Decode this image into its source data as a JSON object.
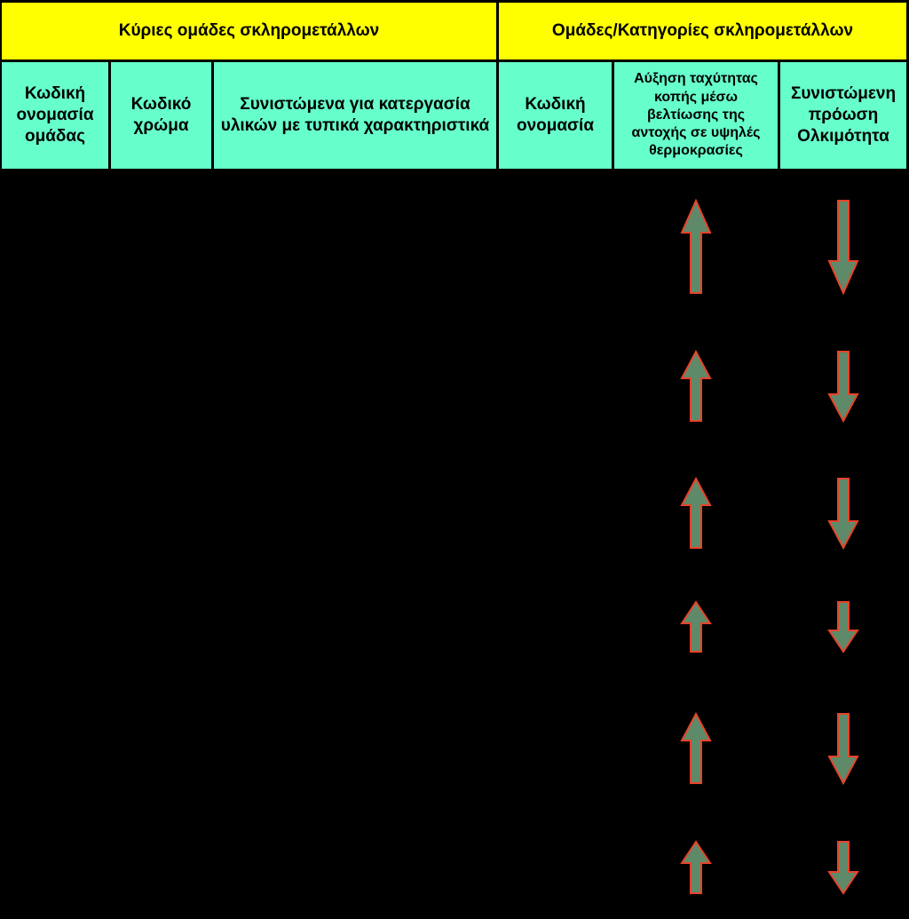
{
  "table": {
    "group_headers": {
      "main_groups": "Κύριες ομάδες σκληρομετάλλων",
      "categories": "Ομάδες/Κατηγορίες σκληρομετάλλων"
    },
    "columns": {
      "group_code_name": "Κωδική ονομασία ομάδας",
      "color_code": "Κωδικό χρώμα",
      "recommended_for": "Συνιστώμενα για κατεργασία υλικών με τυπικά χαρακτηριστικά",
      "category_code_name": "Κωδική ονομασία",
      "speed_increase": "Αύξηση ταχύτητας κοπής μέσω βελτίωσης της αντοχής σε υψηλές θερμοκρασίες",
      "recommended_feed": "Συνιστώμενη πρόωση Ολκιμότητα"
    },
    "arrow_colors": {
      "fill": "#5f8a6a",
      "stroke": "#e8432a"
    },
    "rows": [
      {
        "speed_arrow": "up-arrow",
        "feed_arrow": "down-arrow"
      },
      {
        "speed_arrow": "up-arrow",
        "feed_arrow": "down-arrow"
      },
      {
        "speed_arrow": "up-arrow",
        "feed_arrow": "down-arrow"
      },
      {
        "speed_arrow": "up-arrow",
        "feed_arrow": "down-arrow"
      },
      {
        "speed_arrow": "up-arrow",
        "feed_arrow": "down-arrow"
      },
      {
        "speed_arrow": "up-arrow",
        "feed_arrow": "down-arrow"
      }
    ]
  }
}
